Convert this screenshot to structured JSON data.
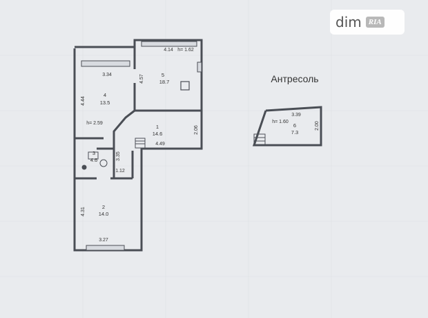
{
  "watermark": {
    "brand": "dim",
    "badge": "RIA"
  },
  "mezzanine_title": "Антресоль",
  "rooms": [
    {
      "id": "4",
      "area": "13.5"
    },
    {
      "id": "5",
      "area": "18.7"
    },
    {
      "id": "1",
      "area": "14.6"
    },
    {
      "id": "3",
      "area": "4.6"
    },
    {
      "id": "2",
      "area": "14.0"
    },
    {
      "id": "6",
      "area": "7.3"
    }
  ],
  "dimensions": {
    "room4_width": "3.34",
    "room4_height": "4.44",
    "ceiling_main": "h= 2.59",
    "room5_width": "4.14",
    "room5_side": "4.57",
    "ceiling_room5": "h= 1.62",
    "hall_width": "4.49",
    "hall_side": "2.06",
    "bath_side": "3.35",
    "bath_bottom": "1.12",
    "room2_height": "4.31",
    "room2_width": "3.27",
    "mezz_width": "3.39",
    "mezz_ceiling": "h= 1.60",
    "mezz_side": "2.00"
  },
  "colors": {
    "wall": "#4a4e55",
    "paper": "#e9ebee",
    "fill": "#d8dbe0"
  }
}
